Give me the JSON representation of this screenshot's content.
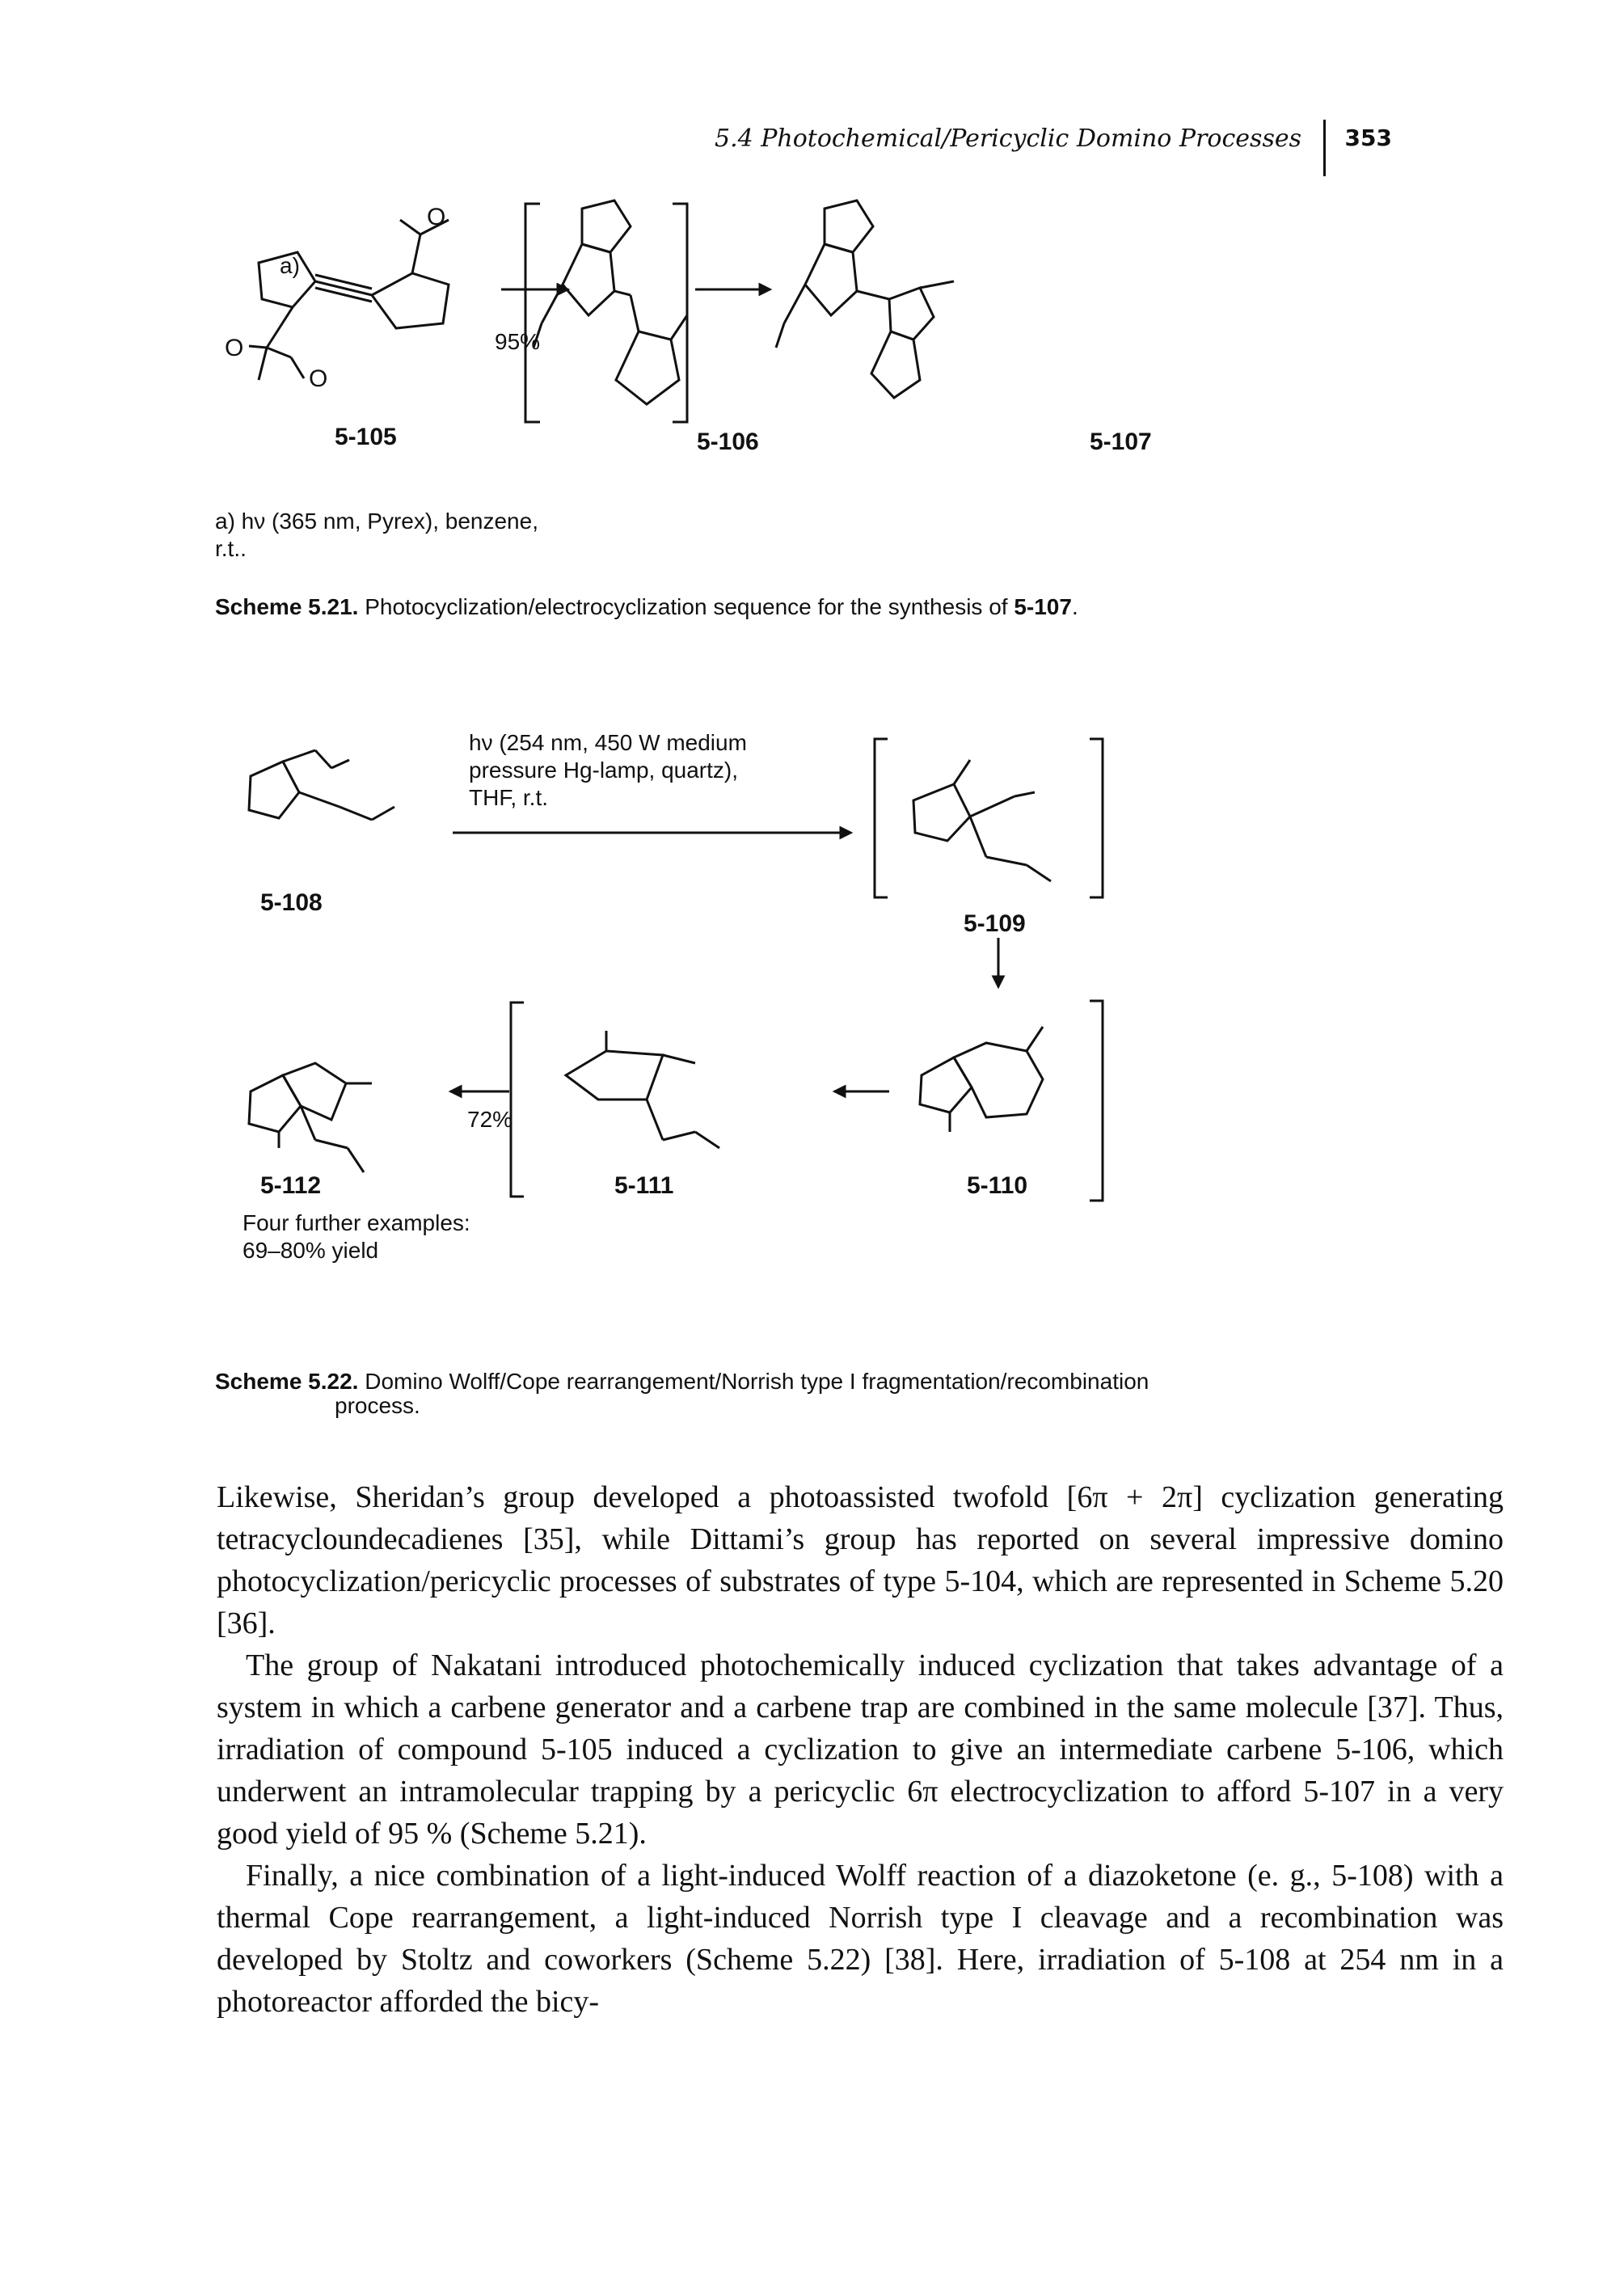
{
  "header": {
    "running_title": "5.4 Photochemical/Pericyclic Domino Processes",
    "page_number": "353"
  },
  "scheme1": {
    "compounds": {
      "c105": "5-105",
      "c106": "5-106",
      "c107": "5-107"
    },
    "step_label": "a)",
    "yield": "95%",
    "condition_line1": "a) hν (365 nm, Pyrex), benzene,",
    "condition_line2": "r.t..",
    "caption_label": "Scheme 5.21.",
    "caption_text": "Photocyclization/electrocyclization sequence for the synthesis of",
    "caption_compound": "5-107",
    "caption_end": "."
  },
  "scheme2": {
    "compounds": {
      "c108": "5-108",
      "c109": "5-109",
      "c110": "5-110",
      "c111": "5-111",
      "c112": "5-112"
    },
    "conditions": [
      "hν (254 nm, 450 W medium",
      "pressure Hg-lamp, quartz),",
      "THF, r.t."
    ],
    "yield": "72%",
    "examples_line1": "Four further examples:",
    "examples_line2": "69–80% yield",
    "caption_label": "Scheme 5.22.",
    "caption_line1": "Domino Wolff/Cope rearrangement/Norrish type I fragmentation/recombination",
    "caption_line2": "process."
  },
  "body": {
    "p1": "Likewise, Sheridan’s group developed a photoassisted twofold [6π + 2π] cyclization generating tetracycloundecadienes [35], while Dittami’s group has reported on several impressive domino photocyclization/pericyclic processes of substrates of type 5-104, which are represented in Scheme 5.20 [36].",
    "p2": "The group of Nakatani introduced photochemically induced cyclization that takes advantage of a system in which a carbene generator and a carbene trap are combined in the same molecule [37]. Thus, irradiation of compound 5-105 induced a cyclization to give an intermediate carbene 5-106, which underwent an intramolecular trapping by a pericyclic 6π electrocyclization to afford 5-107 in a very good yield of 95 % (Scheme 5.21).",
    "p3": "Finally, a nice combination of a light-induced Wolff reaction of a diazoketone (e. g., 5-108) with a thermal Cope rearrangement, a light-induced Norrish type I cleavage and a recombination was developed by Stoltz and coworkers (Scheme 5.22) [38]. Here, irradiation of 5-108 at 254 nm in a photoreactor afforded the bicy-"
  }
}
